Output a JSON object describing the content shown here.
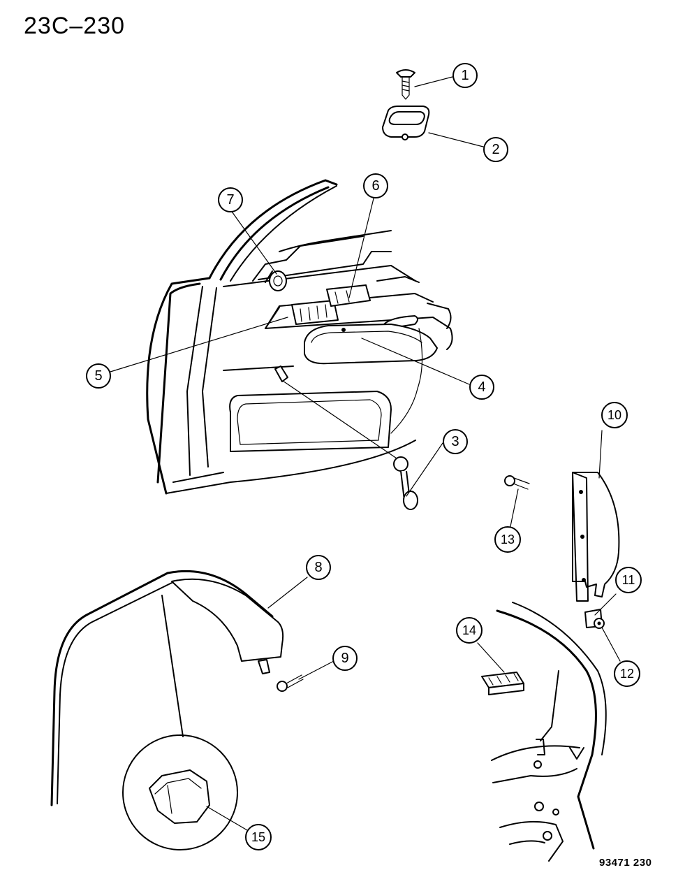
{
  "header": {
    "page_code": "23C–230"
  },
  "footer": {
    "figure_id": "93471 230"
  },
  "callouts": [
    {
      "id": "c1",
      "number": "1"
    },
    {
      "id": "c2",
      "number": "2"
    },
    {
      "id": "c3",
      "number": "3"
    },
    {
      "id": "c4",
      "number": "4"
    },
    {
      "id": "c5",
      "number": "5"
    },
    {
      "id": "c6",
      "number": "6"
    },
    {
      "id": "c7",
      "number": "7"
    },
    {
      "id": "c8",
      "number": "8"
    },
    {
      "id": "c9",
      "number": "9"
    },
    {
      "id": "c10",
      "number": "10"
    },
    {
      "id": "c11",
      "number": "11"
    },
    {
      "id": "c12",
      "number": "12"
    },
    {
      "id": "c13",
      "number": "13"
    },
    {
      "id": "c14",
      "number": "14"
    },
    {
      "id": "c15",
      "number": "15"
    }
  ]
}
